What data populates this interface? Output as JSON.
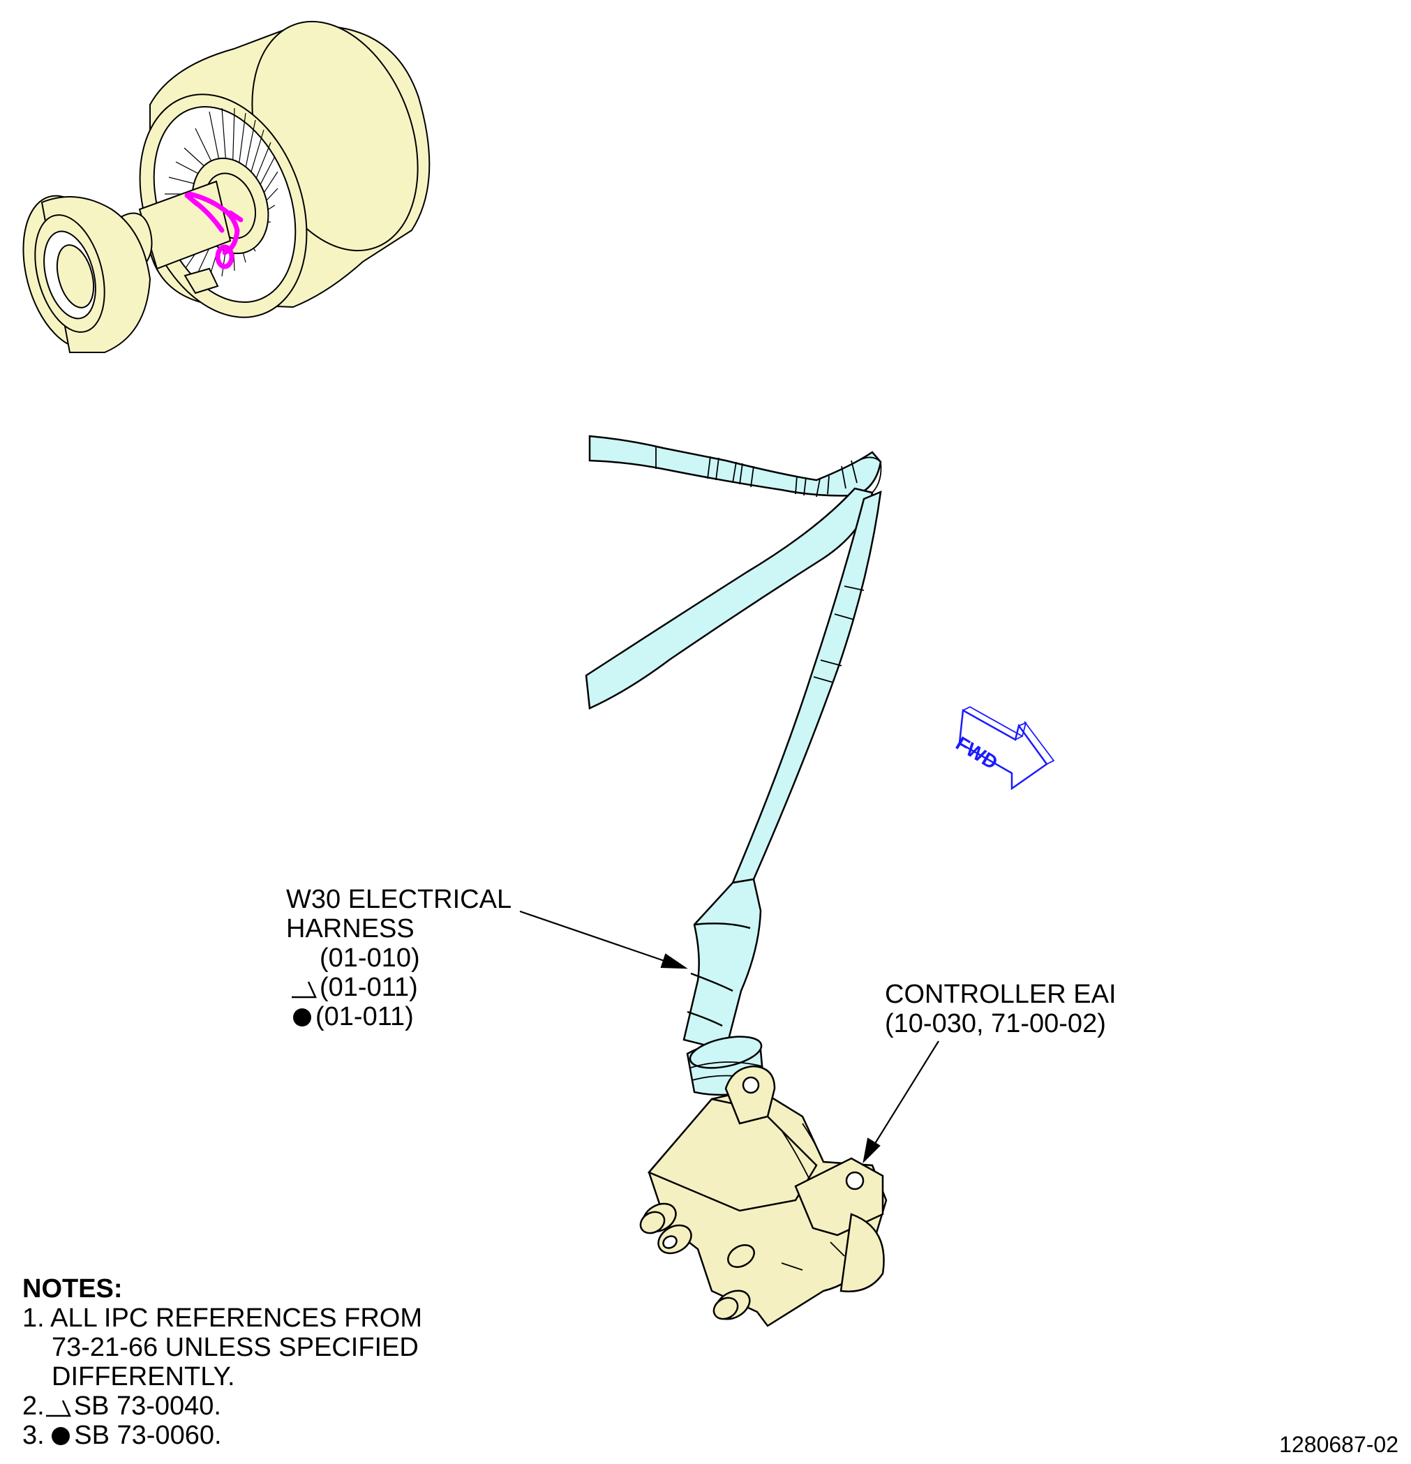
{
  "callouts": {
    "harness": {
      "line1": "W30 ELECTRICAL",
      "line2": "HARNESS",
      "ref1": "(01-010)",
      "ref2": "(01-011)",
      "ref3": "(01-011)"
    },
    "controller": {
      "line1": "CONTROLLER EAI",
      "line2": "(10-030, 71-00-02)"
    },
    "fwd": "FWD"
  },
  "notes": {
    "title": "NOTES:",
    "n1_num": "1.",
    "n1_line1": "ALL IPC REFERENCES FROM",
    "n1_line2": "73-21-66 UNLESS SPECIFIED",
    "n1_line3": "DIFFERENTLY.",
    "n2_num": "2.",
    "n2_text": "SB 73-0040.",
    "n3_num": "3.",
    "n3_text": "SB 73-0060."
  },
  "figure_number": "1280687-02",
  "colors": {
    "engine_fill": "#f7f4c4",
    "harness_fill": "#cdf6f6",
    "highlight": "#ff00ff",
    "fwd_blue": "#1a1aff",
    "controller_fill": "#f5f0c2"
  }
}
